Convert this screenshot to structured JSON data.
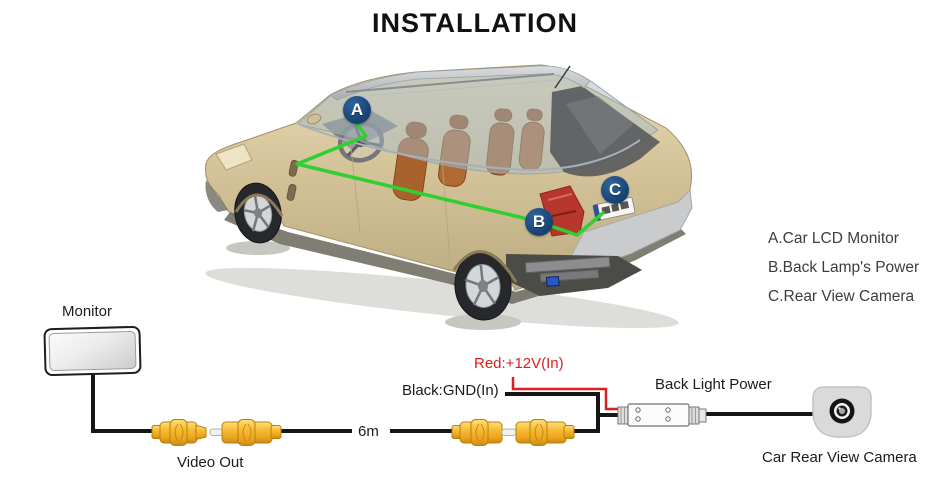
{
  "title": "INSTALLATION",
  "markers": {
    "a": "A",
    "b": "B",
    "c": "C"
  },
  "legend": {
    "items": [
      "A.Car LCD Monitor",
      "B.Back Lamp's Power",
      "C.Rear View Camera"
    ]
  },
  "wiring": {
    "monitor_label": "Monitor",
    "video_out_label": "Video Out",
    "cable_length_label": "6m",
    "red_wire_label": "Red:+12V(In)",
    "black_wire_label": "Black:GND(In)",
    "back_light_power_label": "Back Light Power",
    "camera_label": "Car Rear View Camera"
  },
  "icons": {
    "monitor": "monitor-outline",
    "rca": "yellow-rca-connector",
    "power_block": "inline-power-connector",
    "camera": "rear-view-camera",
    "car": "suv-cutaway-illustration"
  },
  "colors": {
    "route_green": "#2fd02f",
    "marker_blue": "#1c4a7c",
    "wire_red": "#d92121",
    "wire_black": "#161616",
    "rca_yellow": "#f2b32e",
    "car_beige": "#d5c49a"
  }
}
